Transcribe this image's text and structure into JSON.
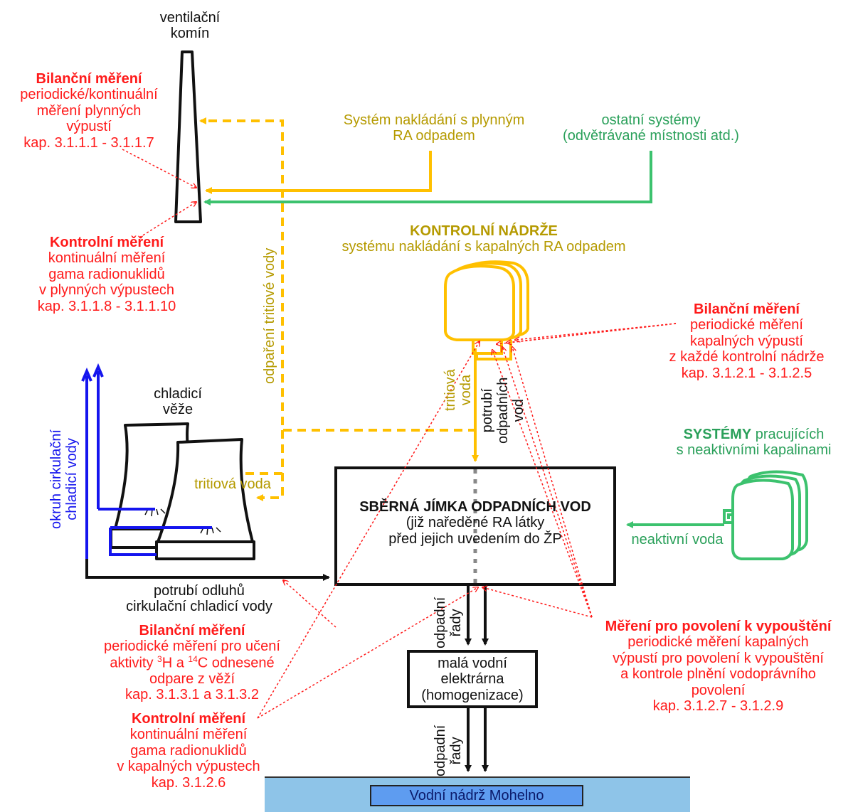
{
  "colors": {
    "red": "#ff1a1a",
    "gold": "#ffc000",
    "gold_text": "#b59a00",
    "green": "#3cc26e",
    "blue": "#1515ee",
    "black": "#111111",
    "lake": "#8ec4e8"
  },
  "stack": {
    "label_l1": "ventilační",
    "label_l2": "komín"
  },
  "stack_balance": {
    "title": "Bilanční měření",
    "l1": "periodické/kontinuální",
    "l2": "měření plynných",
    "l3": "výpustí",
    "l4": "kap. 3.1.1.1 - 3.1.1.7"
  },
  "stack_control": {
    "title": "Kontrolní měření",
    "l1": "kontinuální měření",
    "l2": "gama radionuklidů",
    "l3": "v plynných výpustech",
    "l4": "kap. 3.1.1.8 - 3.1.1.10"
  },
  "gas_system": {
    "l1": "Systém nakládání s plynným",
    "l2": "RA odpadem"
  },
  "other_systems": {
    "l1": "ostatní systémy",
    "l2": "(odvětrávané místnosti atd.)"
  },
  "tanks": {
    "title": "KONTROLNÍ NÁDRŽE",
    "subtitle": "systému nakládání s kapalných RA odpadem"
  },
  "tank_balance": {
    "title": "Bilanční měření",
    "l1": "periodické měření",
    "l2": "kapalných výpustí",
    "l3": "z každé kontrolní nádrže",
    "l4": "kap. 3.1.2.1 - 3.1.2.5"
  },
  "evaporation_label": "odpaření tritiové vody",
  "tritium_water_l1": "tritiová",
  "tritium_water_l2": "voda",
  "waste_pipe_l1": "potrubí",
  "waste_pipe_l2": "odpadních",
  "waste_pipe_l3": "vod",
  "cooling_circuit_l1": "okruh cirkulační",
  "cooling_circuit_l2": "chladicí vody",
  "towers_l1": "chladicí",
  "towers_l2": "věže",
  "tritium_water_towers": "tritiová voda",
  "nonactive_systems": {
    "title": "SYSTÉMY",
    "rest": " pracujících",
    "l2": "s neaktivními kapalinami"
  },
  "sump": {
    "title": "SBĚRNÁ JÍMKA ODPADNÍCH VOD",
    "l1": "(již naředěné RA látky",
    "l2": "před jejich uvedením do ŽP"
  },
  "nonactive_water": "neaktivní voda",
  "blowdown_pipe": {
    "l1": "potrubí odluhů",
    "l2": "cirkulační chladicí vody"
  },
  "release_permit": {
    "title": "Měření pro povolení k vypouštění",
    "l1": "periodické měření kapalných",
    "l2": "výpustí pro povolení k vypouštění",
    "l3": "a kontrole plnění vodoprávního",
    "l4": "povolení",
    "l5": "kap. 3.1.2.7 - 3.1.2.9"
  },
  "drain_l1": "odpadní",
  "drain_l2": "řady",
  "hydro": {
    "l1": "malá vodní",
    "l2": "elektrárna",
    "l3": "(homogenizace)"
  },
  "tower_balance": {
    "title": "Bilanční měření",
    "l1": "periodické měření pro učení",
    "l2_a": "aktivity ",
    "sup_h": "3",
    "l2_b": "H a ",
    "sup_c": "14",
    "l2_c": "C odnesené",
    "l3": "odpare z věží",
    "l4": "kap. 3.1.3.1 a 3.1.3.2"
  },
  "liquid_control": {
    "title": "Kontrolní měření",
    "l1": "kontinuální měření",
    "l2": "gama radionuklidů",
    "l3": "v kapalných výpustech",
    "l4": "kap. 3.1.2.6"
  },
  "reservoir": "Vodní nádrž Mohelno"
}
